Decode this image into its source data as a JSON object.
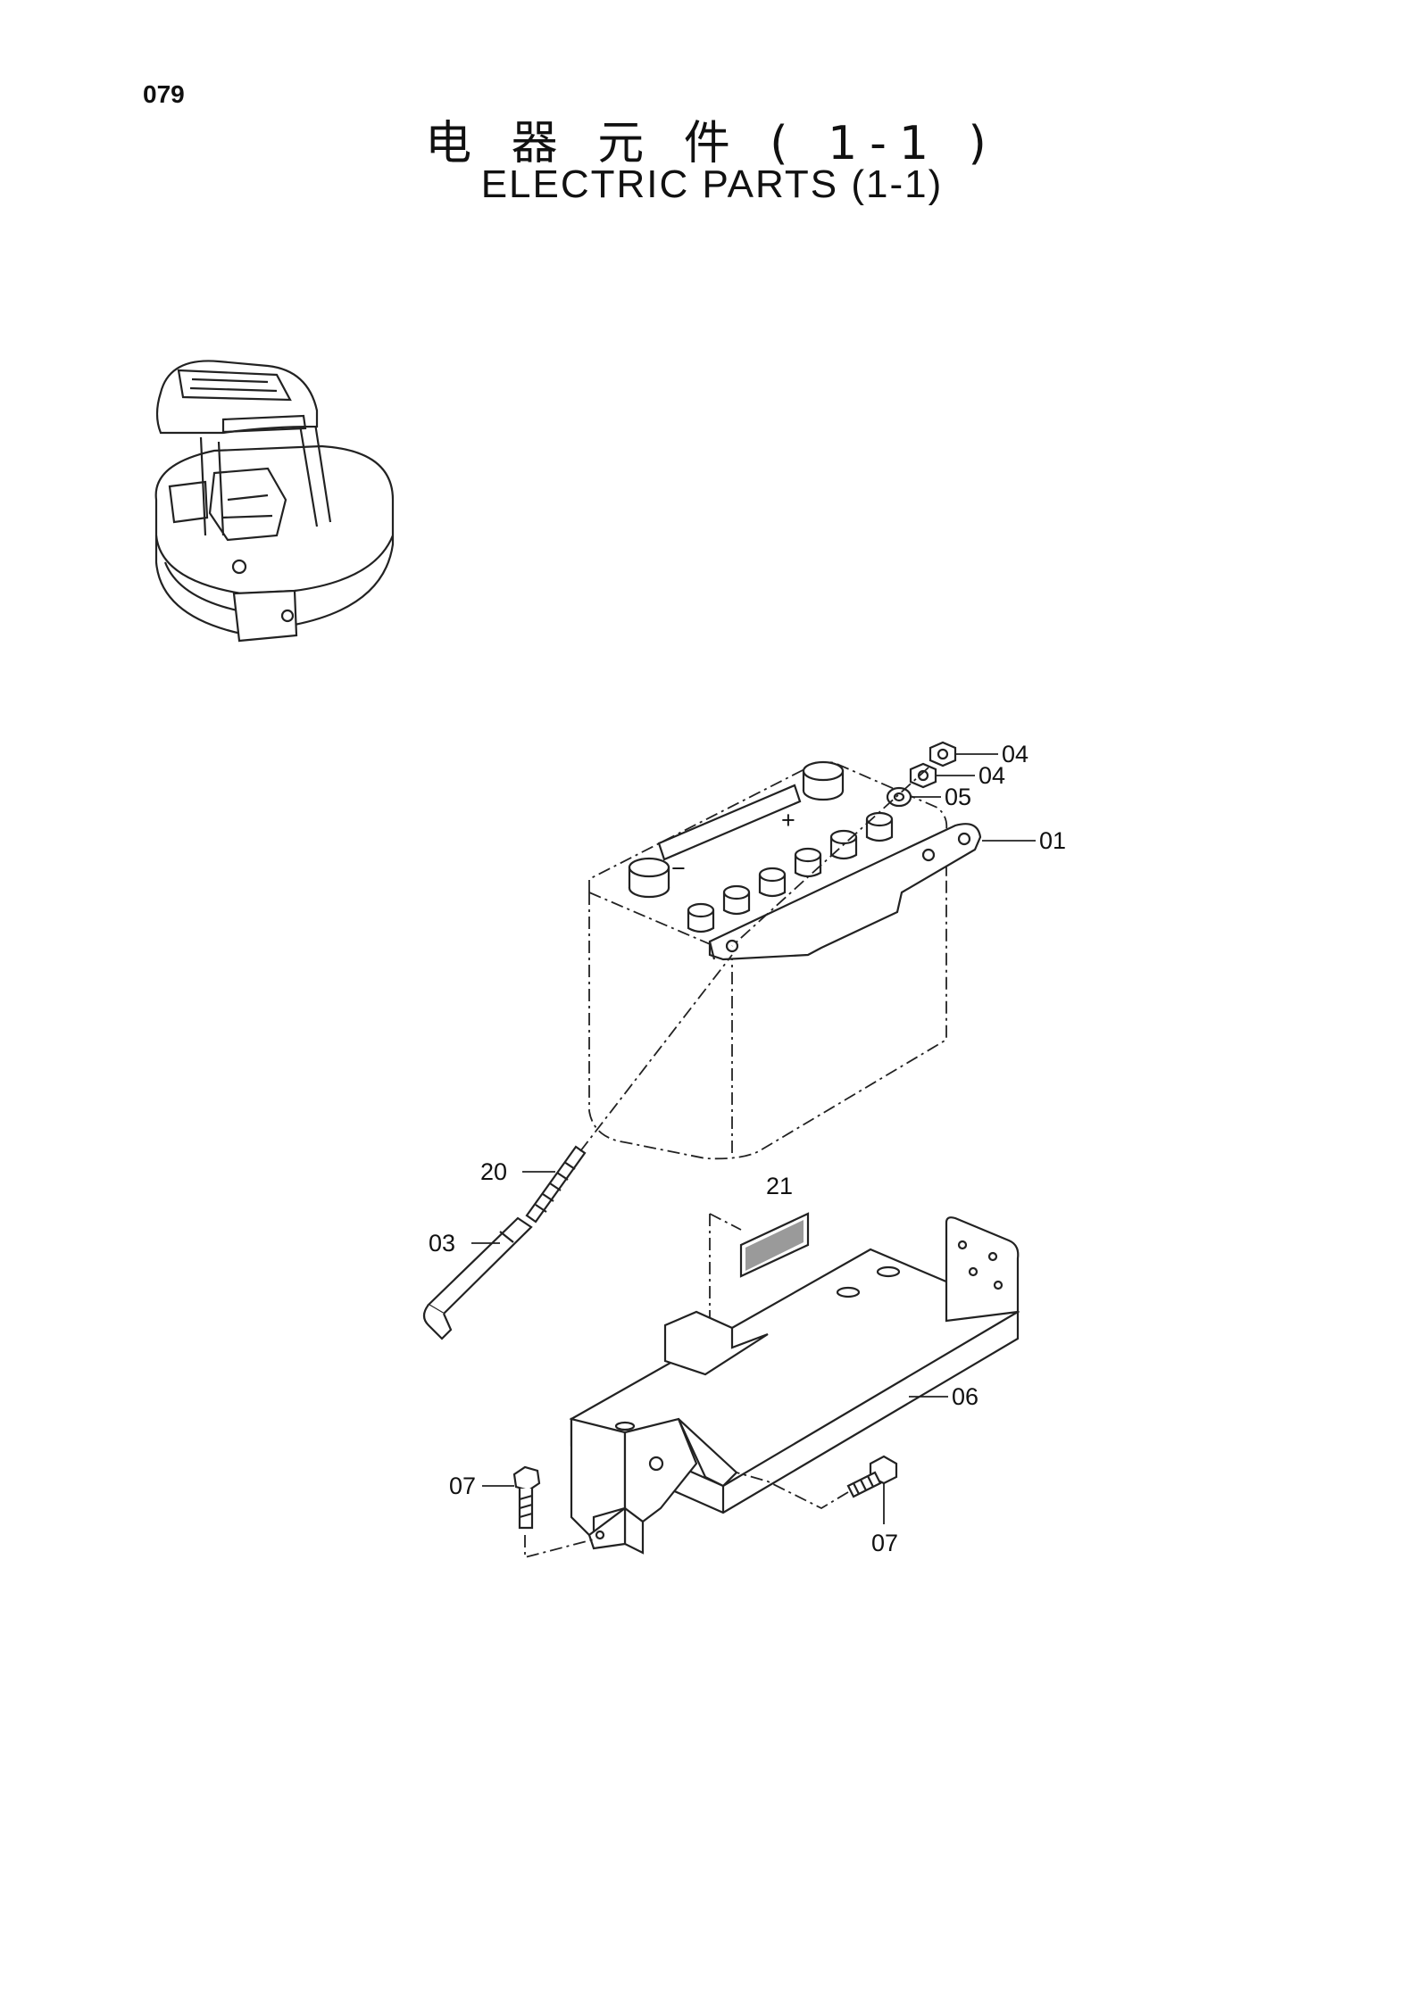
{
  "header": {
    "page_number": "079",
    "title_cn": "电 器 元 件 ( 1-1 )",
    "title_en": "ELECTRIC PARTS (1-1)"
  },
  "callouts": [
    {
      "id": "c04a",
      "label": "04"
    },
    {
      "id": "c04b",
      "label": "04"
    },
    {
      "id": "c05",
      "label": "05"
    },
    {
      "id": "c01",
      "label": "01"
    },
    {
      "id": "c20",
      "label": "20"
    },
    {
      "id": "c21",
      "label": "21"
    },
    {
      "id": "c03",
      "label": "03"
    },
    {
      "id": "c06",
      "label": "06"
    },
    {
      "id": "c07a",
      "label": "07"
    },
    {
      "id": "c07b",
      "label": "07"
    }
  ],
  "battery_terminals": {
    "plus": "+",
    "minus": "−"
  }
}
